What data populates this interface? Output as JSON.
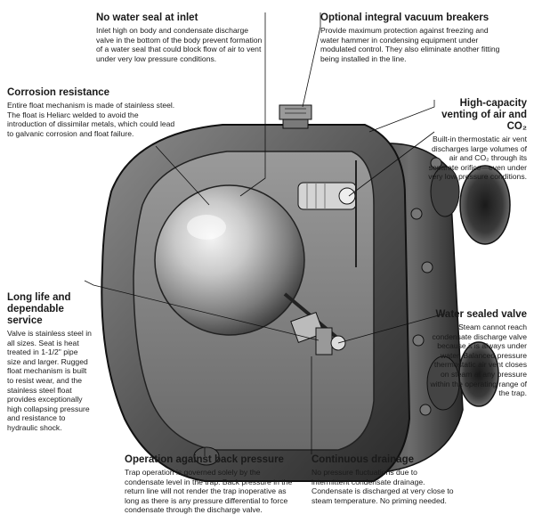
{
  "callouts": {
    "no_water_seal": {
      "title": "No water seal at inlet",
      "body": "Inlet high on body and condensate discharge valve in the bottom of the body prevent formation of a water seal that could block flow of air to vent under very low pressure conditions."
    },
    "vacuum_breakers": {
      "title": "Optional integral vacuum breakers",
      "body": "Provide maximum protection against freezing and water hammer in condensing equipment under modulated control. They also eliminate another fitting being installed in the line."
    },
    "corrosion": {
      "title": "Corrosion resistance",
      "body": "Entire float mechanism is made of stainless steel. The float is Heliarc welded to avoid the introduction of dissimilar metals, which could lead to galvanic corrosion and float failure."
    },
    "venting": {
      "title_line1": "High-capacity",
      "title_line2": "venting of air and CO₂",
      "body": "Built-in thermostatic air vent discharges large volumes of air and CO₂ through its separate orifice—even under very low pressure conditions."
    },
    "long_life": {
      "title_line1": "Long life and",
      "title_line2": "dependable service",
      "body": "Valve is stainless steel in all sizes. Seat is heat treated in 1-1/2\" pipe size and larger. Rugged float mechanism is built to resist wear, and the stainless steel float provides exceptionally high collapsing pressure and resistance to hydraulic shock."
    },
    "water_sealed": {
      "title": "Water sealed valve",
      "body": "Steam cannot reach condensate discharge valve because it is always under water. Balanced pressure thermostatic air vent closes on steam at any pressure within the operating range of the trap."
    },
    "back_pressure": {
      "title": "Operation against back pressure",
      "body": "Trap operation is governed solely by the condensate level in the trap. Back pressure in the return line will not render the trap inoperative as long as there is any pressure differential to force condensate through the discharge valve."
    },
    "continuous": {
      "title": "Continuous drainage",
      "body": "No pressure fluctuations due to intermittent condensate drainage. Condensate is discharged at very close to steam temperature. No priming needed."
    }
  }
}
